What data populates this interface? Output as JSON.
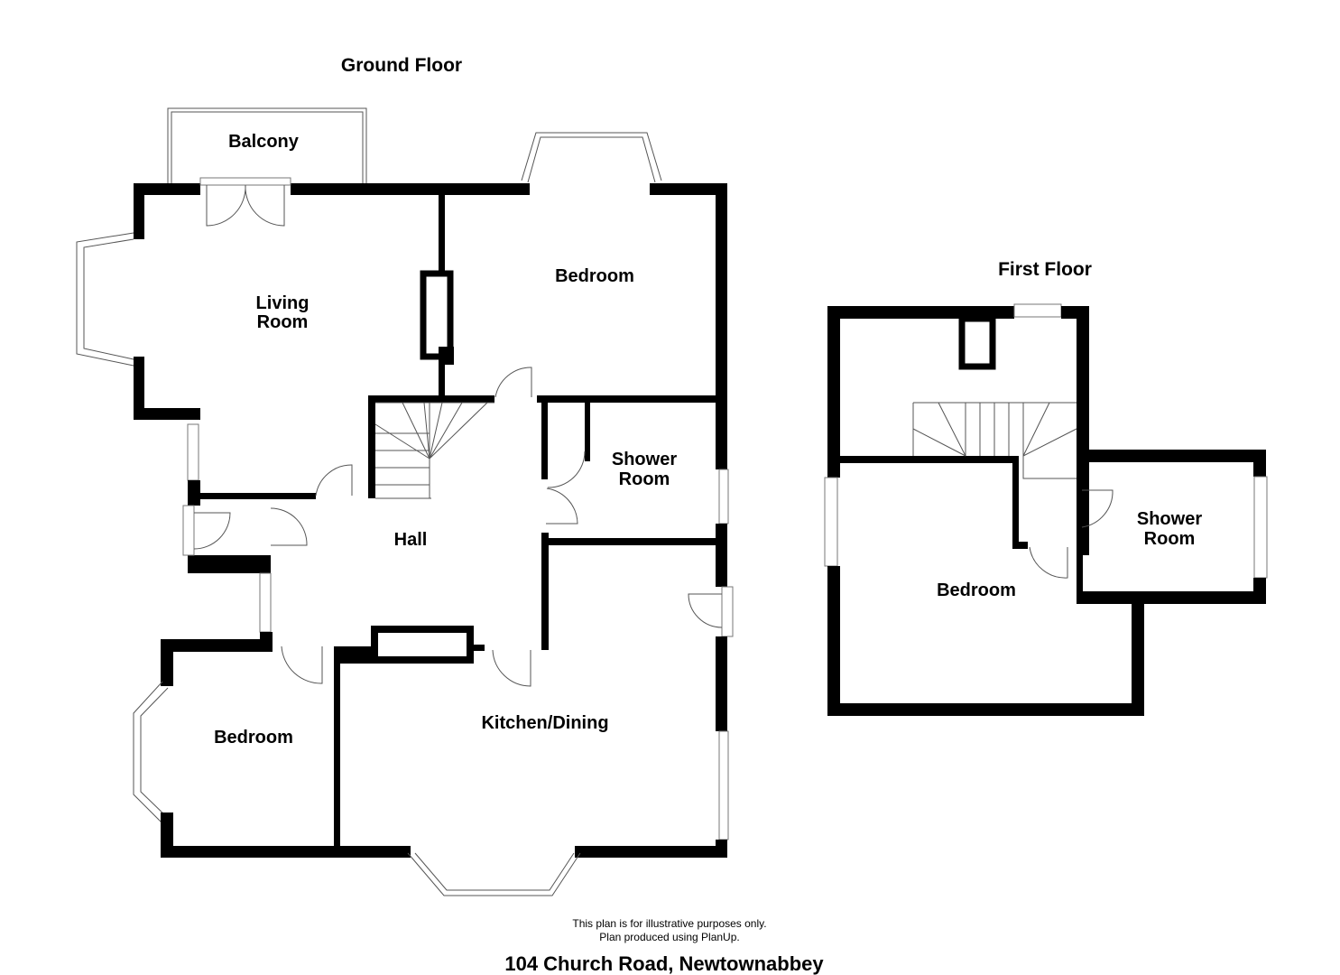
{
  "ground_floor": {
    "title": "Ground Floor",
    "rooms": {
      "balcony": "Balcony",
      "living_room_1": "Living",
      "living_room_2": "Room",
      "bedroom_front": "Bedroom",
      "shower_room_1": "Shower",
      "shower_room_2": "Room",
      "hall": "Hall",
      "bedroom_rear": "Bedroom",
      "kitchen_dining": "Kitchen/Dining"
    }
  },
  "first_floor": {
    "title": "First Floor",
    "rooms": {
      "bedroom": "Bedroom",
      "shower_room_1": "Shower",
      "shower_room_2": "Room"
    }
  },
  "footer": {
    "disclaimer_1": "This plan is for illustrative purposes only.",
    "disclaimer_2": "Plan produced using PlanUp.",
    "address": "104 Church Road, Newtownabbey"
  }
}
